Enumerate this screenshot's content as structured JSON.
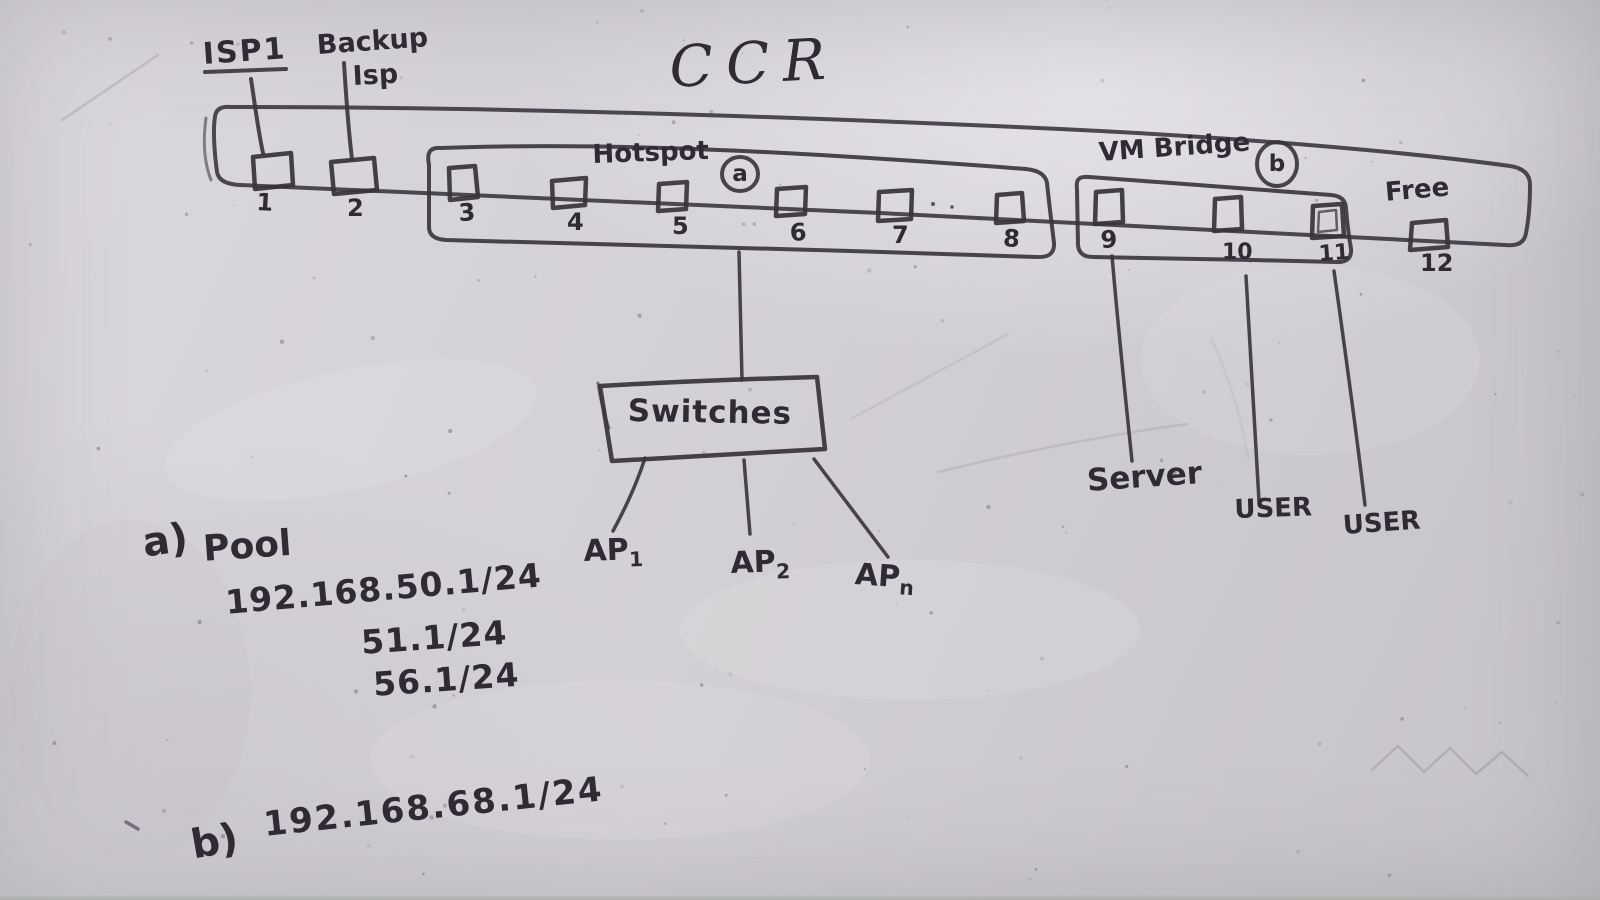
{
  "diagram": {
    "title": "CCR",
    "uplinks": {
      "isp1": "ISP1",
      "backup_line1": "Backup",
      "backup_line2": "Isp"
    },
    "groups": {
      "hotspot": {
        "label": "Hotspot",
        "badge": "a"
      },
      "vm_bridge": {
        "label": "VM Bridge",
        "badge": "b"
      },
      "free": {
        "label": "Free"
      }
    },
    "ports": [
      "1",
      "2",
      "3",
      "4",
      "5",
      "6",
      "7",
      "8",
      "9",
      "10",
      "11",
      "12"
    ],
    "switches_label": "Switches",
    "aps": [
      {
        "base": "AP",
        "sub": "1"
      },
      {
        "base": "AP",
        "sub": "2"
      },
      {
        "base": "AP",
        "sub": "n"
      }
    ],
    "endpoints": [
      "Server",
      "USER",
      "USER"
    ],
    "notes": {
      "a": {
        "bullet": "a)",
        "title": "Pool",
        "lines": [
          "192.168.50.1/24",
          "51.1/24",
          "56.1/24"
        ]
      },
      "b": {
        "bullet": "b)",
        "value": "192.168.68.1/24"
      }
    },
    "ink_color": "#352f38",
    "board_color": "#d5d2d7"
  }
}
